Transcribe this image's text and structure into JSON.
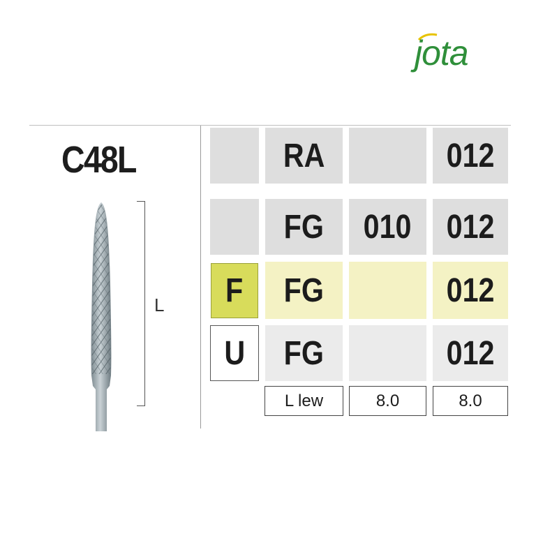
{
  "brand": {
    "name": "jota",
    "color": "#2f8f3a"
  },
  "product": {
    "model": "C48L",
    "length_label": "L"
  },
  "grid": {
    "rows": [
      {
        "flag": "",
        "shank": "RA",
        "size_a": "",
        "size_b": "012"
      },
      {
        "flag": "",
        "shank": "FG",
        "size_a": "010",
        "size_b": "012"
      },
      {
        "flag": "F",
        "shank": "FG",
        "size_a": "",
        "size_b": "012"
      },
      {
        "flag": "U",
        "shank": "FG",
        "size_a": "",
        "size_b": "012"
      }
    ],
    "footer": {
      "label": "L lew",
      "value_a": "8.0",
      "value_b": "8.0"
    }
  },
  "colors": {
    "grey": "#dedede",
    "yellow": "#f4f2c4",
    "fine_marker": "#d8dc5b"
  }
}
